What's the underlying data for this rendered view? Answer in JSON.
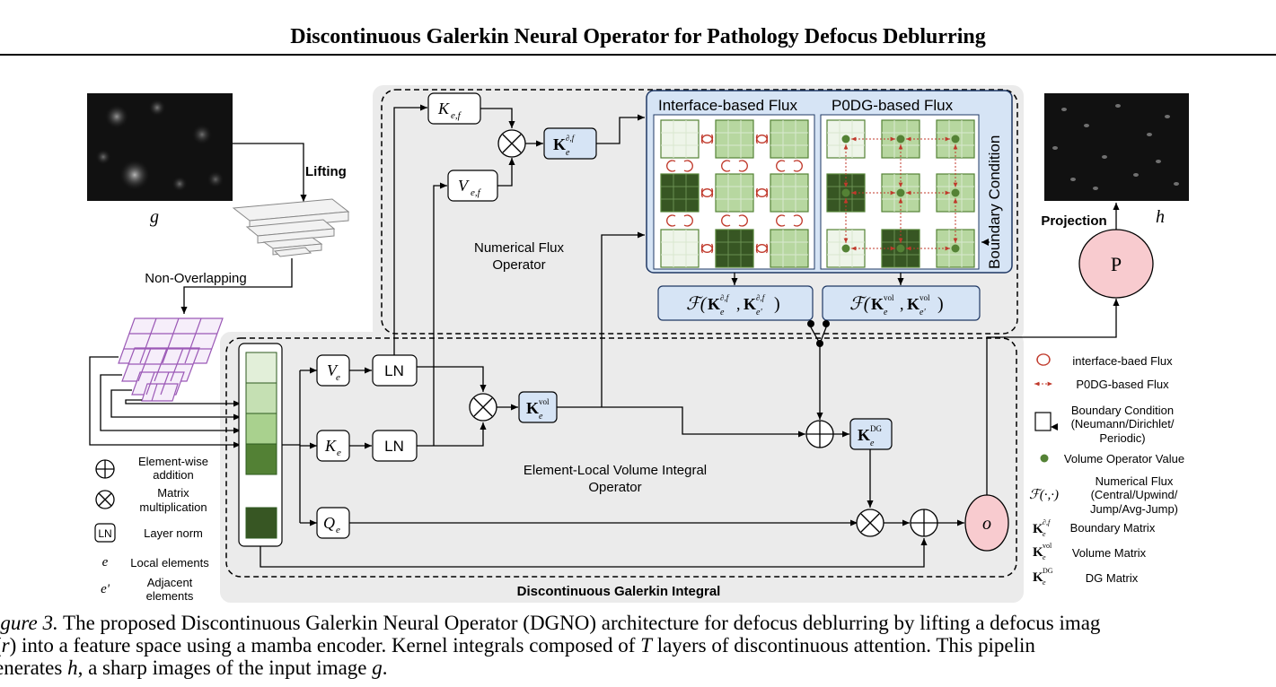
{
  "header": {
    "title": "Discontinuous Galerkin Neural Operator for Pathology Defocus Deblurring"
  },
  "figure": {
    "input_symbol": "g",
    "output_symbol": "h",
    "lifting_label": "Lifting",
    "non_overlapping_label": "Non-Overlapping",
    "projection_label": "Projection",
    "projection_node": "P",
    "output_node": "o",
    "flux_titles": {
      "interface": "Interface-based Flux",
      "p0dg": "P0DG-based Flux",
      "boundary": "Boundary Condition"
    },
    "flux_operator_label": [
      "Numerical Flux",
      "Operator"
    ],
    "volume_operator_label": [
      "Element-Local Volume Integral",
      "Operator"
    ],
    "dg_integral_label": "Discontinuous Galerkin Integral",
    "ln_label": "LN",
    "nodes": {
      "K_ef": "K",
      "V_ef": "V",
      "V_e": "V",
      "K_e": "K",
      "Q_e": "Q"
    }
  },
  "legend": {
    "items": [
      {
        "symbol": "⊕",
        "label": "Element-wise addition"
      },
      {
        "symbol": "⊗",
        "label": "Matrix multiplication"
      },
      {
        "symbol": "LN",
        "label": "Layer norm"
      },
      {
        "symbol": "e",
        "label": "Local elements"
      },
      {
        "symbol": "e'",
        "label": "Adjacent elements"
      }
    ],
    "right_items": [
      {
        "label": "interface-baed Flux"
      },
      {
        "label": "P0DG-based Flux"
      },
      {
        "label": "Boundary Condition (Neumann/Dirichlet/ Periodic)"
      },
      {
        "label": "Volume Operator Value"
      },
      {
        "label": "Numerical Flux (Central/Upwind/ Jump/Avg-Jump)"
      },
      {
        "label": "Boundary Matrix"
      },
      {
        "label": "Volume Matrix"
      },
      {
        "label": "DG Matrix"
      }
    ]
  },
  "caption": {
    "line1": "igure 3. The proposed Discontinuous Galerkin Neural Operator (DGNO) architecture for defocus deblurring by lifting a defocus imag",
    "line2": "(r) into a feature space using a mamba encoder. Kernel integrals composed of T layers of discontinuous attention. This pipelin",
    "line3": "enerates h, a sharp images of the input image g."
  }
}
